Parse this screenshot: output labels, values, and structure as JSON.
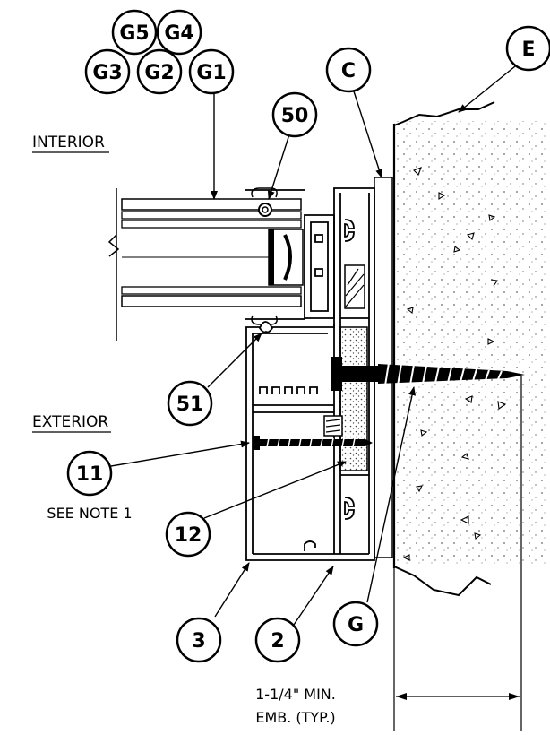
{
  "labels": {
    "interior": "INTERIOR",
    "exterior": "EXTERIOR",
    "see_note": "SEE NOTE 1",
    "embed_line1": "1-1/4\" MIN.",
    "embed_line2": "EMB. (TYP.)"
  },
  "callouts": {
    "g5": "G5",
    "g4": "G4",
    "g3": "G3",
    "g2": "G2",
    "g1": "G1",
    "c": "C",
    "e": "E",
    "n50": "50",
    "n51": "51",
    "n11": "11",
    "n12": "12",
    "n3": "3",
    "n2": "2",
    "g": "G"
  }
}
